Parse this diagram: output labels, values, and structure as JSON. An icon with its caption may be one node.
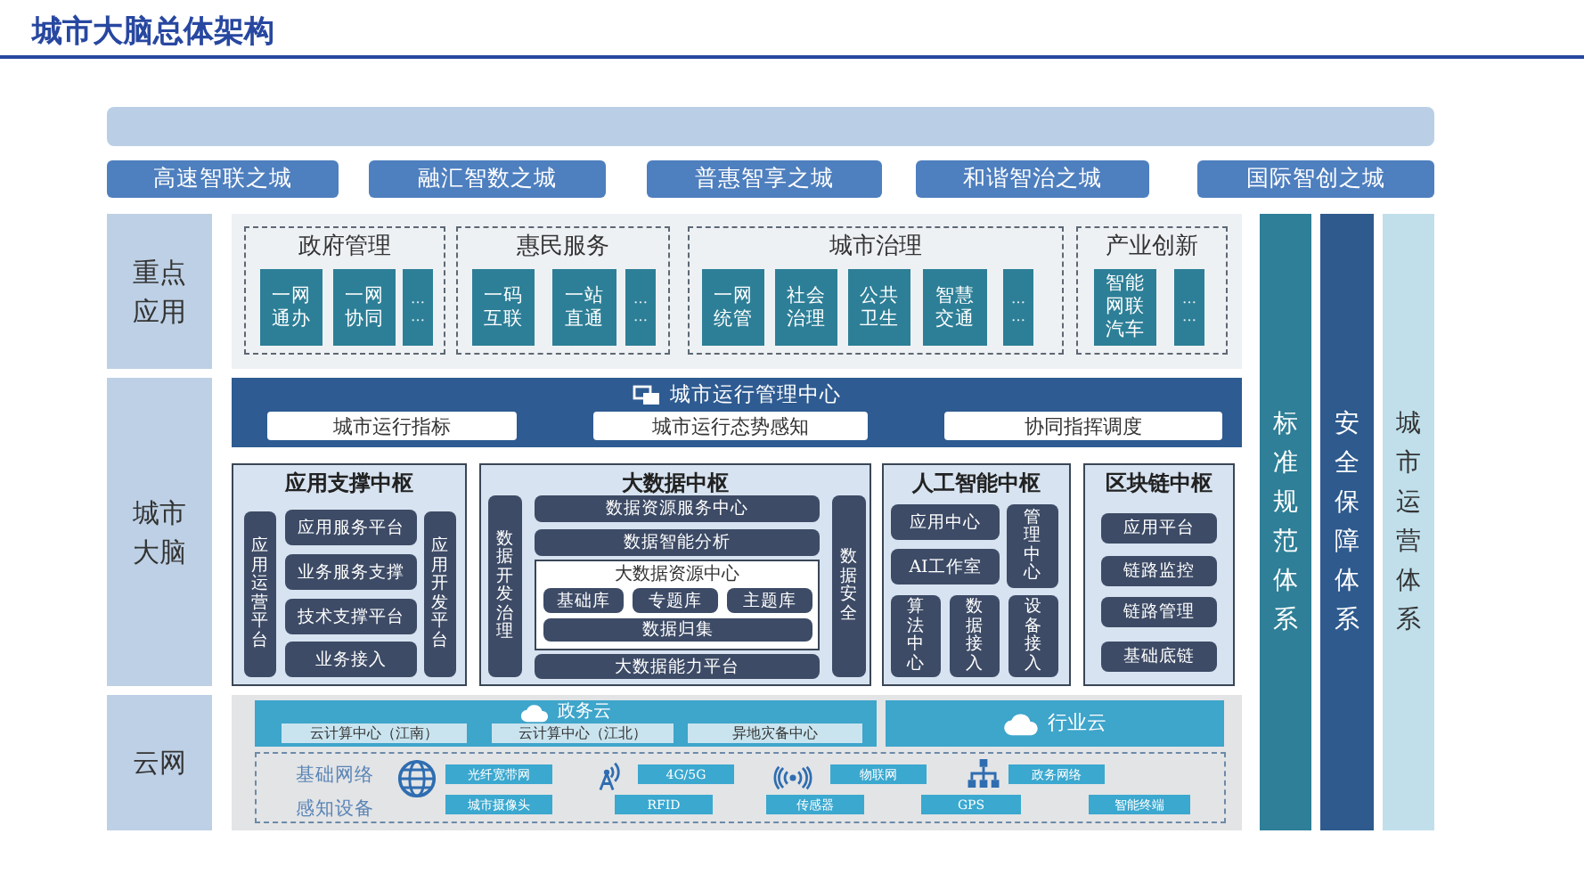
{
  "diagram": {
    "title": "城市大脑总体架构",
    "nodes": [
      {
        "text": [],
        "shape": "bar"
      },
      {
        "text": [
          "高速智联之城"
        ]
      },
      {
        "text": [
          "融汇智数之城"
        ]
      },
      {
        "text": [
          "普惠智享之城"
        ]
      },
      {
        "text": [
          "和谐智治之城"
        ]
      },
      {
        "text": [
          "国际智创之城"
        ]
      },
      {
        "text": [
          "重点应用"
        ]
      },
      {
        "text": [],
        "shape": "box"
      },
      {
        "text": [
          "政府管理"
        ],
        "in": 7
      },
      {
        "text": [
          "一网通办"
        ],
        "in": 8
      },
      {
        "text": [
          "一网协同"
        ],
        "in": 8
      },
      {
        "text": [
          "……"
        ],
        "in": 8
      },
      {
        "text": [
          "惠民服务"
        ],
        "in": 7
      },
      {
        "text": [
          "一码互联"
        ],
        "in": 12
      },
      {
        "text": [
          "一站直通"
        ],
        "in": 12
      },
      {
        "text": [
          "……"
        ],
        "in": 12
      },
      {
        "text": [
          "城市治理"
        ],
        "in": 7
      },
      {
        "text": [
          "一网统管"
        ],
        "in": 16
      },
      {
        "text": [
          "社会治理"
        ],
        "in": 16
      },
      {
        "text": [
          "公共卫生"
        ],
        "in": 16
      },
      {
        "text": [
          "智慧交通"
        ],
        "in": 16
      },
      {
        "text": [
          "……"
        ],
        "in": 16
      },
      {
        "text": [
          "产业创新"
        ],
        "in": 7
      },
      {
        "text": [
          "智能网联汽车"
        ],
        "in": 22
      },
      {
        "text": [
          "……"
        ],
        "in": 22
      },
      {
        "text": [
          "城市大脑"
        ]
      },
      {
        "text": [
          "城市运行管理中心"
        ]
      },
      {
        "text": [
          "城市运行指标"
        ],
        "in": 26
      },
      {
        "text": [
          "城市运行态势感知"
        ],
        "in": 26
      },
      {
        "text": [
          "协同指挥调度"
        ],
        "in": 26
      },
      {
        "text": [
          "应用支撑中枢"
        ]
      },
      {
        "text": [
          "应用运营平台"
        ],
        "in": 30
      },
      {
        "text": [
          "应用服务平台"
        ],
        "in": 30
      },
      {
        "text": [
          "业务服务支撑"
        ],
        "in": 30
      },
      {
        "text": [
          "技术支撑平台"
        ],
        "in": 30
      },
      {
        "text": [
          "业务接入"
        ],
        "in": 30
      },
      {
        "text": [
          "应用开发平台"
        ],
        "in": 30
      },
      {
        "text": [
          "大数据中枢"
        ]
      },
      {
        "text": [
          "数据开发治理"
        ],
        "in": 37
      },
      {
        "text": [
          "数据资源服务中心"
        ],
        "in": 37
      },
      {
        "text": [
          "数据智能分析"
        ],
        "in": 37
      },
      {
        "text": [
          "大数据资源中心"
        ],
        "in": 37
      },
      {
        "text": [
          "基础库"
        ],
        "in": 41
      },
      {
        "text": [
          "专题库"
        ],
        "in": 41
      },
      {
        "text": [
          "主题库"
        ],
        "in": 41
      },
      {
        "text": [
          "数据归集"
        ],
        "in": 41
      },
      {
        "text": [
          "大数据能力平台"
        ],
        "in": 37
      },
      {
        "text": [
          "数据安全"
        ],
        "in": 37
      },
      {
        "text": [
          "人工智能中枢"
        ]
      },
      {
        "text": [
          "应用中心"
        ],
        "in": 48
      },
      {
        "text": [
          "AI工作室"
        ],
        "in": 48
      },
      {
        "text": [
          "管理中心"
        ],
        "in": 48
      },
      {
        "text": [
          "算法中心"
        ],
        "in": 48
      },
      {
        "text": [
          "数据接入"
        ],
        "in": 48
      },
      {
        "text": [
          "设备接入"
        ],
        "in": 48
      },
      {
        "text": [
          "区块链中枢"
        ]
      },
      {
        "text": [
          "应用平台"
        ],
        "in": 55
      },
      {
        "text": [
          "链路监控"
        ],
        "in": 55
      },
      {
        "text": [
          "链路管理"
        ],
        "in": 55
      },
      {
        "text": [
          "基础底链"
        ],
        "in": 55
      },
      {
        "text": [
          "云网"
        ]
      },
      {
        "text": [],
        "shape": "box"
      },
      {
        "text": [
          "政务云"
        ],
        "in": 61
      },
      {
        "text": [
          "云计算中心（江南）"
        ],
        "in": 62
      },
      {
        "text": [
          "云计算中心（江北）"
        ],
        "in": 62
      },
      {
        "text": [
          "异地灾备中心"
        ],
        "in": 62
      },
      {
        "text": [
          "行业云"
        ],
        "in": 61
      },
      {
        "text": [
          "基础网络",
          "感知设备"
        ],
        "in": 61
      },
      {
        "text": [
          "光纤宽带网"
        ],
        "in": 67
      },
      {
        "text": [
          "4G/5G"
        ],
        "in": 67
      },
      {
        "text": [
          "物联网"
        ],
        "in": 67
      },
      {
        "text": [
          "政务网络"
        ],
        "in": 67
      },
      {
        "text": [
          "城市摄像头"
        ],
        "in": 67
      },
      {
        "text": [
          "RFID"
        ],
        "in": 67
      },
      {
        "text": [
          "传感器"
        ],
        "in": 67
      },
      {
        "text": [
          "GPS"
        ],
        "in": 67
      },
      {
        "text": [
          "智能终端"
        ],
        "in": 67
      },
      {
        "text": [
          "标准规范体系"
        ]
      },
      {
        "text": [
          "安全保障体系"
        ]
      },
      {
        "text": [
          "城市运营体系"
        ]
      }
    ]
  }
}
